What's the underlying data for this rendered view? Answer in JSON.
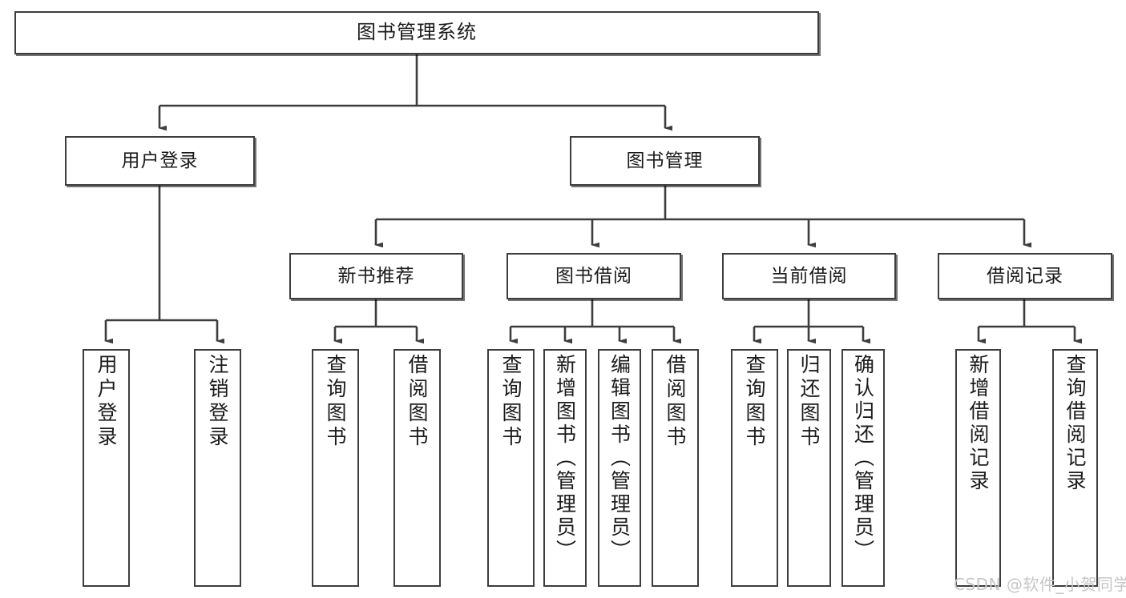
{
  "diagram": {
    "type": "tree",
    "title": "图书管理系统",
    "root": {
      "label": "图书管理系统"
    },
    "level2": [
      {
        "label": "用户登录"
      },
      {
        "label": "图书管理"
      }
    ],
    "level3": [
      {
        "label": "新书推荐"
      },
      {
        "label": "图书借阅"
      },
      {
        "label": "当前借阅"
      },
      {
        "label": "借阅记录"
      }
    ],
    "leaves": {
      "user_login": [
        {
          "label": "用户登录"
        },
        {
          "label": "注销登录"
        }
      ],
      "new_book_recommend": [
        {
          "label": "查询图书"
        },
        {
          "label": "借阅图书"
        }
      ],
      "book_borrow": [
        {
          "label": "查询图书"
        },
        {
          "label": "新增图书（管理员）"
        },
        {
          "label": "编辑图书（管理员）"
        },
        {
          "label": "借阅图书"
        }
      ],
      "current_borrow": [
        {
          "label": "查询图书"
        },
        {
          "label": "归还图书"
        },
        {
          "label": "确认归还（管理员）"
        }
      ],
      "borrow_record": [
        {
          "label": "新增借阅记录"
        },
        {
          "label": "查询借阅记录"
        }
      ]
    }
  },
  "watermark": {
    "text": "CSDN @软件_小贺同学"
  },
  "colors": {
    "border": "#3d3d3d",
    "background": "#ffffff",
    "text": "#1b1b1b",
    "watermark": "#c6c6c6"
  }
}
